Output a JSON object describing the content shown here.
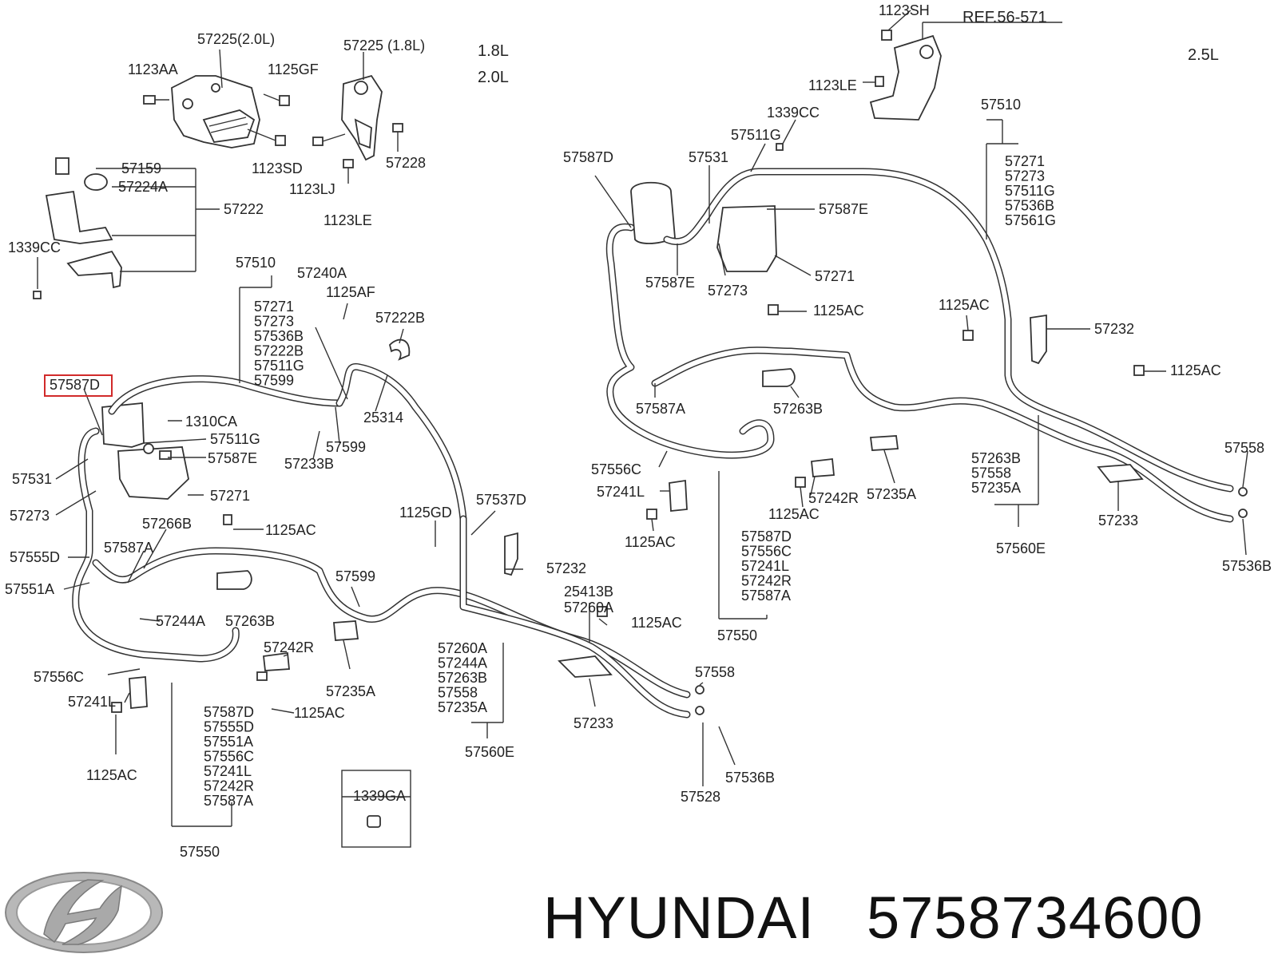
{
  "diagram": {
    "engine_labels": {
      "left_top": "1.8L",
      "left_bottom": "2.0L",
      "right": "2.5L"
    },
    "reference_label": "REF.56-571",
    "highlighted_part": "57587D",
    "inset_label": "1339GA",
    "callouts": {
      "c_1123SH": "1123SH",
      "c_57225_20": "57225(2.0L)",
      "c_57225_18": "57225 (1.8L)",
      "c_1123AA": "1123AA",
      "c_1125GF": "1125GF",
      "c_1123SD": "1123SD",
      "c_57228": "57228",
      "c_1123LJ": "1123LJ",
      "c_1123LE_a": "1123LE",
      "c_57159": "57159",
      "c_57224A": "57224A",
      "c_57222": "57222",
      "c_1339CC_a": "1339CC",
      "c_57510_a": "57510",
      "c_57240A": "57240A",
      "c_1125AF": "1125AF",
      "c_57222B": "57222B",
      "c_57587D_hl": "57587D",
      "c_1310CA": "1310CA",
      "c_57511G_a": "57511G",
      "c_57587E_a": "57587E",
      "c_57531_a": "57531",
      "c_57271_a": "57271",
      "c_57273_a": "57273",
      "c_57266B": "57266B",
      "c_57587A_a": "57587A",
      "c_57555D": "57555D",
      "c_57551A": "57551A",
      "c_57244A": "57244A",
      "c_57263B_a": "57263B",
      "c_57233B": "57233B",
      "c_57599_a": "57599",
      "c_25314": "25314",
      "c_57599_b": "57599",
      "c_1125AC_a": "1125AC",
      "c_1125GD": "1125GD",
      "c_57537D": "57537D",
      "c_57232_a": "57232",
      "c_57242R_a": "57242R",
      "c_57235A_a": "57235A",
      "c_57556C_a": "57556C",
      "c_57241L_a": "57241L",
      "c_1125AC_b": "1125AC",
      "c_1125AC_c": "1125AC",
      "c_57550_a": "57550",
      "c_25413B": "25413B",
      "c_57260A_a": "57260A",
      "c_1125AC_d": "1125AC",
      "c_57560E_a": "57560E",
      "c_57558_a": "57558",
      "c_57233_a": "57233",
      "c_57528": "57528",
      "c_57536B_a": "57536B",
      "c_1123LE_b": "1123LE",
      "c_1339CC_b": "1339CC",
      "c_57510_b": "57510",
      "c_57587D_b": "57587D",
      "c_57531_b": "57531",
      "c_57511G_b": "57511G",
      "c_57587E_b": "57587E",
      "c_57587E_c": "57587E",
      "c_57273_b": "57273",
      "c_57271_b": "57271",
      "c_1125AC_e": "1125AC",
      "c_1125AC_f": "1125AC",
      "c_57232_b": "57232",
      "c_1125AC_g": "1125AC",
      "c_57587A_b": "57587A",
      "c_57263B_b": "57263B",
      "c_57556C_b": "57556C",
      "c_57241L_b": "57241L",
      "c_1125AC_h": "1125AC",
      "c_57242R_b": "57242R",
      "c_1125AC_i": "1125AC",
      "c_57235A_b": "57235A",
      "c_57550_b": "57550",
      "c_57560E_b": "57560E",
      "c_57233_b": "57233",
      "c_57558_b": "57558",
      "c_57536B_b": "57536B"
    },
    "groups": {
      "g_57510_a": [
        "57271",
        "57273",
        "57536B",
        "57222B",
        "57511G",
        "57599"
      ],
      "g_57550_a": [
        "57587D",
        "57555D",
        "57551A",
        "57556C",
        "57241L",
        "57242R",
        "57587A"
      ],
      "g_57560E_a": [
        "57260A",
        "57244A",
        "57263B",
        "57558",
        "57235A"
      ],
      "g_57510_b": [
        "57271",
        "57273",
        "57511G",
        "57536B",
        "57561G"
      ],
      "g_57550_b": [
        "57587D",
        "57556C",
        "57241L",
        "57242R",
        "57587A"
      ],
      "g_57560E_b": [
        "57263B",
        "57558",
        "57235A"
      ]
    }
  },
  "footer": {
    "brand": "HYUNDAI",
    "part_number": "5758734600",
    "logo_icon": "hyundai-logo-icon"
  }
}
